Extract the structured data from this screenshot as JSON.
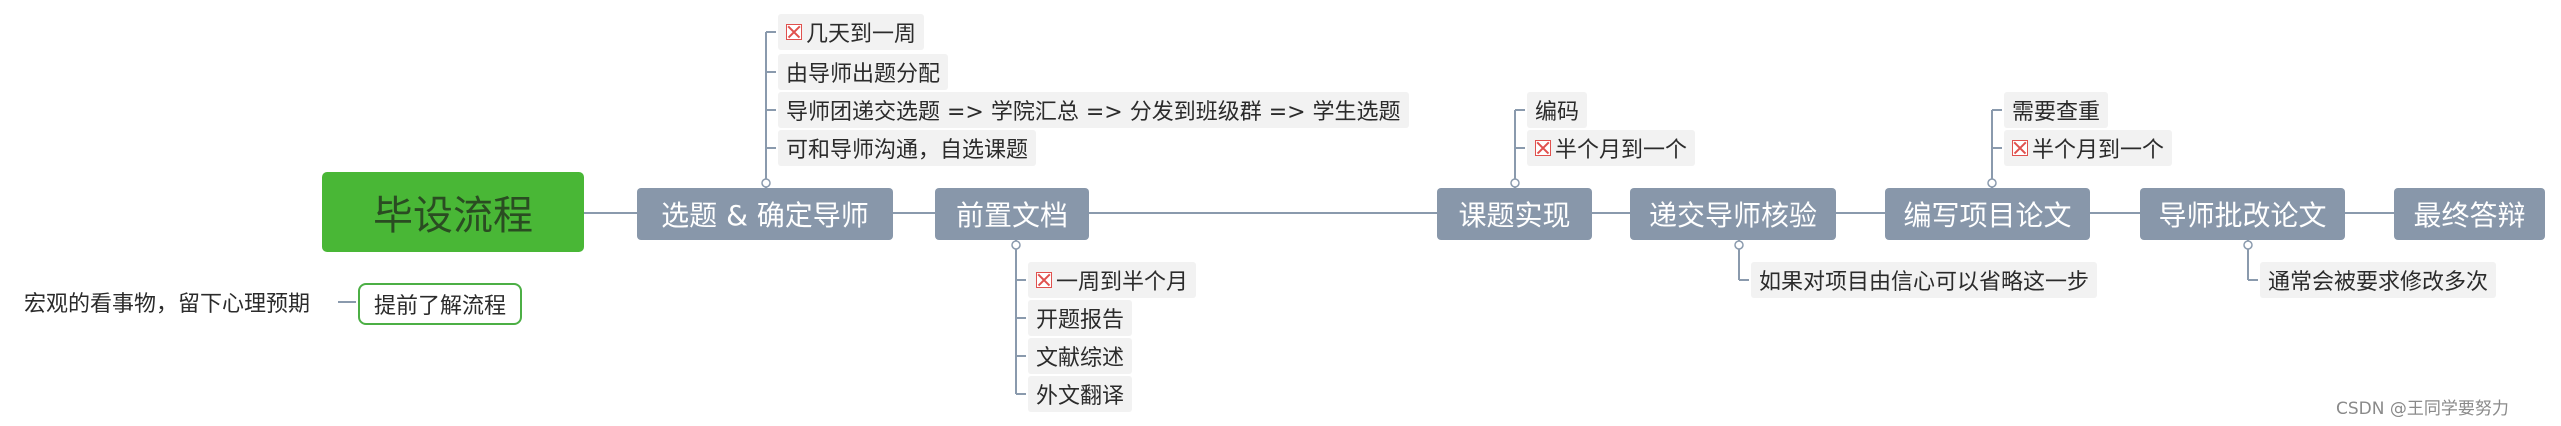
{
  "root": {
    "label": "毕设流程"
  },
  "stages": [
    "选题 & 确定导师",
    "前置文档",
    "课题实现",
    "递交导师核验",
    "编写项目论文",
    "导师批改论文",
    "最终答辩"
  ],
  "details": {
    "topic": {
      "time": "几天到一周",
      "items": [
        "由导师出题分配",
        "导师团递交选题 => 学院汇总 => 分发到班级群 => 学生选题",
        "可和导师沟通，自选课题"
      ]
    },
    "predocs": {
      "time": "一周到半个月",
      "items": [
        "开题报告",
        "文献综述",
        "外文翻译"
      ]
    },
    "implement": {
      "items": [
        "编码"
      ],
      "time": "半个月到一个"
    },
    "submit": {
      "note": "如果对项目由信心可以省略这一步"
    },
    "thesis": {
      "items": [
        "需要查重"
      ],
      "time": "半个月到一个"
    },
    "review": {
      "note": "通常会被要求修改多次"
    }
  },
  "side": {
    "node": "提前了解流程",
    "note": "宏观的看事物，留下心理预期"
  },
  "watermark": "CSDN @王同学要努力",
  "colors": {
    "root_fill": "#49b736",
    "stage_fill": "#8897aa",
    "leaf_fill": "#f2f2f2",
    "line": "#8a9aad",
    "outline": "#4caf45",
    "x_icon": "#e0514e"
  },
  "icons": {
    "time_marker": "task-x-icon"
  }
}
